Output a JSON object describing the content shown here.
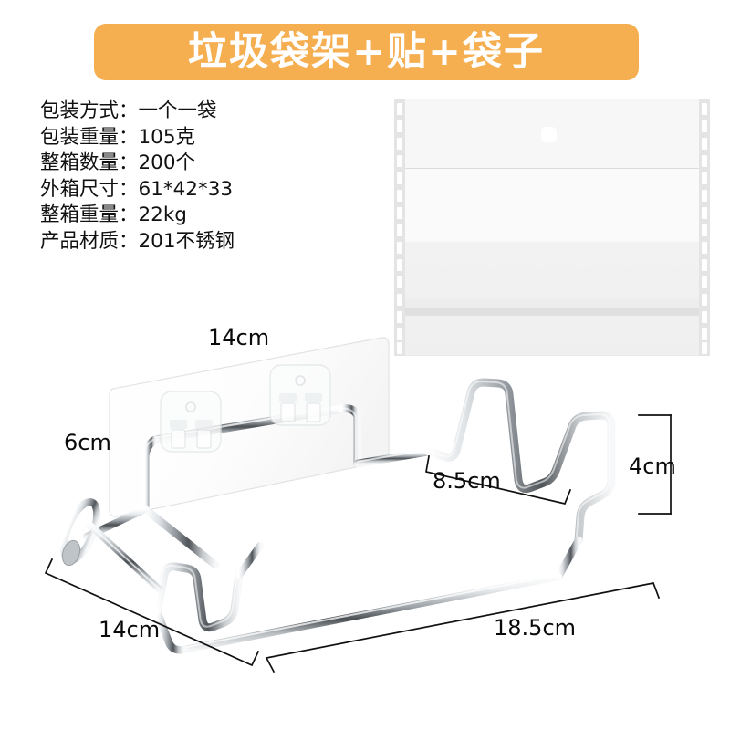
{
  "banner": {
    "title": "垃圾袋架+贴+袋子",
    "background_color": "#f5ae50",
    "text_color": "#ffffff"
  },
  "specs": [
    {
      "label": "包装方式",
      "value": "一个一袋",
      "text": "包装方式：一个一袋"
    },
    {
      "label": "包装重量",
      "value": "105克",
      "text": "包装重量：105克"
    },
    {
      "label": "整箱数量",
      "value": "200个",
      "text": "整箱数量：200个"
    },
    {
      "label": "外箱尺寸",
      "value": "61*42*33",
      "text": "外箱尺寸：61*42*33"
    },
    {
      "label": "整箱重量",
      "value": "22kg",
      "text": "整箱重量：22kg"
    },
    {
      "label": "产品材质",
      "value": "201不锈钢",
      "text": "产品材质：201不锈钢"
    }
  ],
  "dimensions": {
    "panel_width": "14cm",
    "panel_height": "6cm",
    "rack_depth": "14cm",
    "rack_width": "18.5cm",
    "grip_span": "8.5cm",
    "grip_height": "4cm"
  },
  "product": {
    "adhesive_panel": "adhesive-mounting-panel",
    "bag": "transparent-plastic-bag",
    "rack": "stainless-steel-wire-rack",
    "material_color": "#c9cccf"
  }
}
